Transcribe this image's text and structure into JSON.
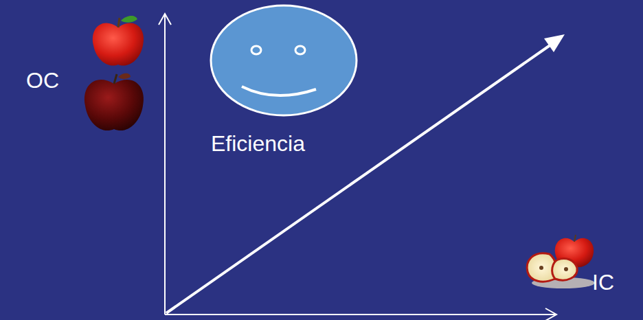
{
  "diagram": {
    "labels": [
      "OC",
      "Eficiencia",
      "IC"
    ]
  }
}
